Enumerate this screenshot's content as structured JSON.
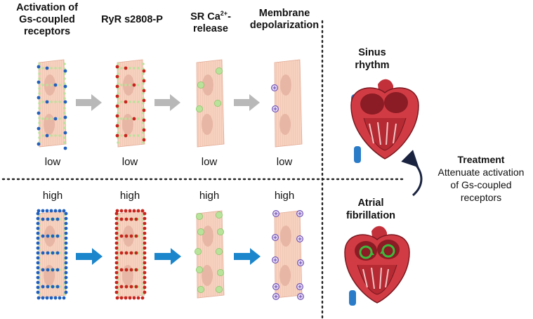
{
  "columns": [
    {
      "title": "Activation of\nGs-coupled\nreceptors"
    },
    {
      "title": "RyR s2808-P"
    },
    {
      "title_prefix": "SR Ca",
      "title_sup": "2+",
      "title_suffix": "-\nrelease"
    },
    {
      "title": "Membrane\ndepolarization"
    }
  ],
  "rows": {
    "top": {
      "labels": [
        "low",
        "low",
        "low",
        "low"
      ]
    },
    "bottom": {
      "labels": [
        "high",
        "high",
        "high",
        "high"
      ]
    }
  },
  "right": {
    "sinus_label": "Sinus\nrhythm",
    "af_label": "Atrial\nfibrillation",
    "treatment_title": "Treatment",
    "treatment_text": "Attenuate activation\nof Gs-coupled\nreceptors"
  },
  "colors": {
    "cell_fill": "#f7d2c0",
    "nucleus": "#e8b6a4",
    "receptor_blue": "#1f5fbf",
    "ryr_red": "#c8241c",
    "calcium_green": "#b9e39a",
    "depol_purple": "#6a4ab0",
    "arrow_gray": "#b8b8b8",
    "arrow_blue": "#1c86cc",
    "heart_red": "#c2303a",
    "heart_dark": "#8b1b24",
    "vessel_blue": "#2a7cc8"
  }
}
